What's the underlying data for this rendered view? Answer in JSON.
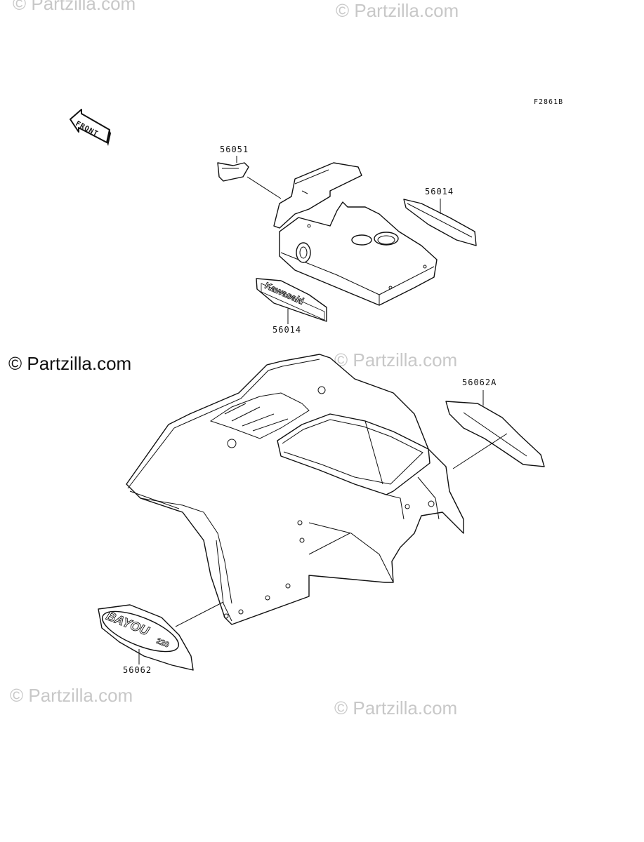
{
  "diagram": {
    "figure_code": "F2861B",
    "front_label": "FRONT",
    "callouts": [
      {
        "id": "c1",
        "label": "56051"
      },
      {
        "id": "c2",
        "label": "56014"
      },
      {
        "id": "c3",
        "label": "56014"
      },
      {
        "id": "c4",
        "label": "56062A"
      },
      {
        "id": "c5",
        "label": "56062"
      }
    ],
    "decal_text": {
      "kawasaki": "Kawasaki",
      "bayou": "BAYOU",
      "bayou_model": "220"
    }
  },
  "watermarks": {
    "primary": "© Partzilla.com",
    "secondary": "© Partzilla.com"
  },
  "colors": {
    "line": "#111111",
    "watermark": "#c8c8c8",
    "background": "#ffffff"
  }
}
